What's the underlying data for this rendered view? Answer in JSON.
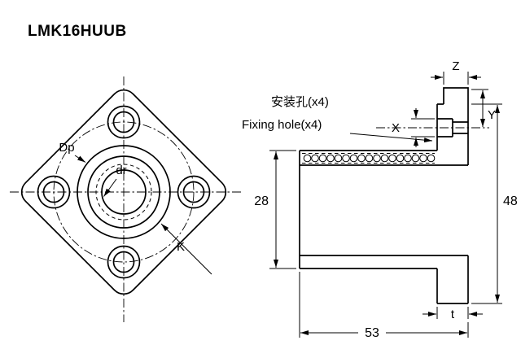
{
  "title": "LMK16HUUB",
  "colors": {
    "background": "#ffffff",
    "line": "#000000"
  },
  "front_view": {
    "dp_label": "Dp",
    "dr_label": "dr",
    "k_label": "K"
  },
  "side_view": {
    "note_cn": "安装孔(x4)",
    "note_en": "Fixing hole(x4)",
    "z_label": "Z",
    "x_label": "X",
    "y_label": "Y",
    "t_label": "t",
    "body_od": "28",
    "flange_od": "48",
    "overall_length": "53"
  }
}
